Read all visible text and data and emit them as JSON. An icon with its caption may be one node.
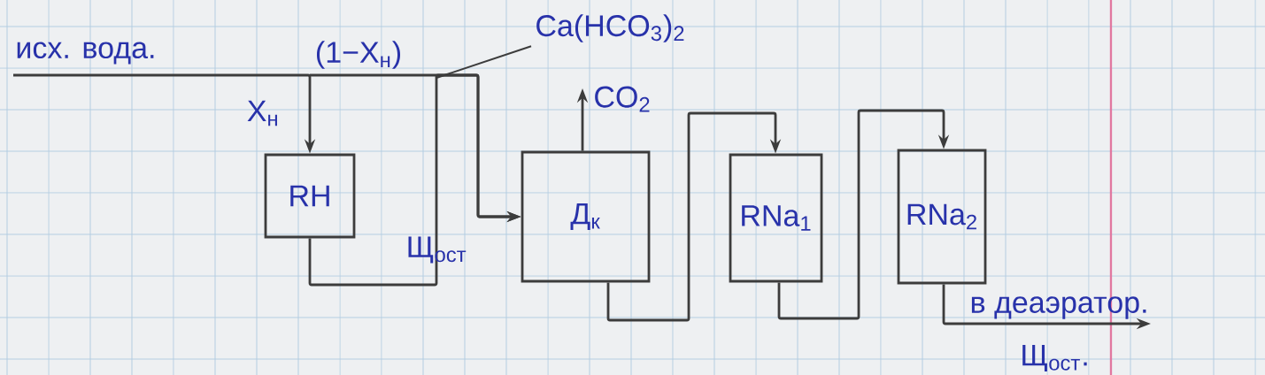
{
  "diagram": {
    "nodes": [
      {
        "text": [
          "RH"
        ]
      },
      {
        "text": [
          "Д$_{к}$"
        ]
      },
      {
        "text": [
          "RNa$_{1}$"
        ]
      },
      {
        "text": [
          "RNa$_{2}$"
        ]
      },
      {
        "text": [
          "Ca(HCO$_{3}$)$_{2}$"
        ]
      }
    ],
    "edges": [
      {
        "from": null,
        "to": 0,
        "arrow": "to",
        "label": "X$_{н}$"
      },
      {
        "from": null,
        "to": 1,
        "arrow": "to",
        "label": "(1−X$_{н}$)"
      },
      {
        "from": 0,
        "to": 1,
        "arrow": "to",
        "label": "Щ$_{ост}$"
      },
      {
        "from": 1,
        "to": null,
        "arrow": "to",
        "label": "CO$_{2}$"
      },
      {
        "from": 1,
        "to": 2,
        "arrow": "to"
      },
      {
        "from": 2,
        "to": 3,
        "arrow": "to"
      },
      {
        "from": 3,
        "to": null,
        "arrow": "to",
        "label": "в деаэратор."
      },
      {
        "from": 4,
        "to": null,
        "arrow": "none"
      }
    ],
    "labels": [
      "исх. вода.",
      "Щ$_{ост}$."
    ]
  }
}
